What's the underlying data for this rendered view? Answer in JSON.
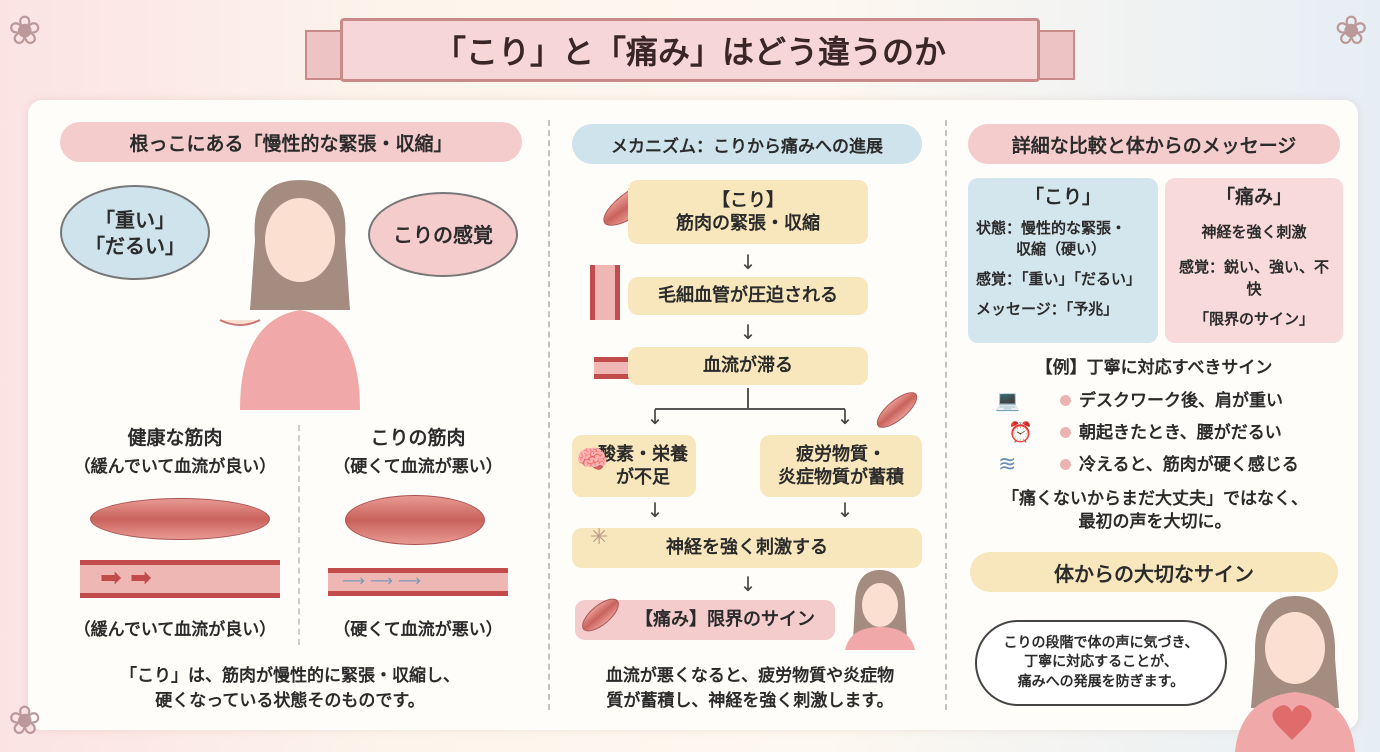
{
  "title": "「こり」と「痛み」はどう違うのか",
  "left": {
    "header": "根っこにある「慢性的な緊張・収縮」",
    "cloud_left_1": "「重い」",
    "cloud_left_2": "「だるい」",
    "cloud_right": "こりの感覚",
    "healthy_title": "健康な筋肉",
    "healthy_sub": "（緩んでいて血流が良い）",
    "stiff_title": "こりの筋肉",
    "stiff_sub": "（硬くて血流が悪い）",
    "healthy_caption": "（緩んでいて血流が良い）",
    "stiff_caption": "（硬くて血流が悪い）",
    "summary_1": "「こり」は、筋肉が慢性的に緊張・収縮し、",
    "summary_2": "硬くなっている状態そのものです。"
  },
  "middle": {
    "header": "メカニズム：こりから痛みへの進展",
    "step1_a": "【こり】",
    "step1_b": "筋肉の緊張・収縮",
    "step2": "毛細血管が圧迫される",
    "step3": "血流が滞る",
    "step4_a": "酸素・栄養",
    "step4_b": "が不足",
    "step5_a": "疲労物質・",
    "step5_b": "炎症物質が蓄積",
    "step6": "神経を強く刺激する",
    "step7": "【痛み】限界のサイン",
    "arrow": "↓",
    "summary_1": "血流が悪くなると、疲労物質や炎症物",
    "summary_2": "質が蓄積し、神経を強く刺激します。"
  },
  "right": {
    "header": "詳細な比較と体からのメッセージ",
    "kori": {
      "title": "「こり」",
      "state_1": "状態：慢性的な緊張・",
      "state_2": "収縮（硬い）",
      "feel": "感覚：「重い」「だるい」",
      "message": "メッセージ：「予兆」"
    },
    "itami": {
      "title": "「痛み」",
      "state": "神経を強く刺激",
      "feel": "感覚：鋭い、強い、不快",
      "message": "「限界のサイン」"
    },
    "examples_title": "【例】丁寧に対応すべきサイン",
    "examples": [
      "デスクワーク後、肩が重い",
      "朝起きたとき、腰がだるい",
      "冷えると、筋肉が硬く感じる"
    ],
    "quote_1": "「痛くないからまだ大丈夫」ではなく、",
    "quote_2": "最初の声を大切に。",
    "sign_header": "体からの大切なサイン",
    "bubble_1": "こりの段階で体の声に気づき、",
    "bubble_2": "丁寧に対応することが、",
    "bubble_3": "痛みへの発展を防ぎます。"
  },
  "colors": {
    "pink": "#f4cccc",
    "blue": "#cfe3ec",
    "yellow": "#f8e7bd",
    "border": "#c98a8a"
  }
}
